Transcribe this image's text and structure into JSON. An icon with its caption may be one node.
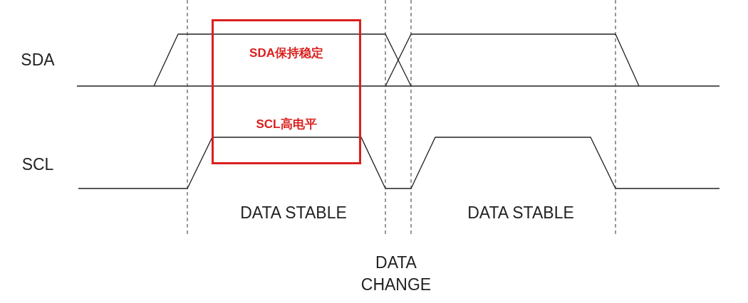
{
  "diagram": {
    "nodes": [
      {
        "text": [
          "SDA保持稳定",
          "SCL高电平"
        ]
      }
    ],
    "labels": [
      "SDA",
      "SCL",
      "DATA STABLE",
      "DATA STABLE",
      "DATA CHANGE"
    ]
  }
}
